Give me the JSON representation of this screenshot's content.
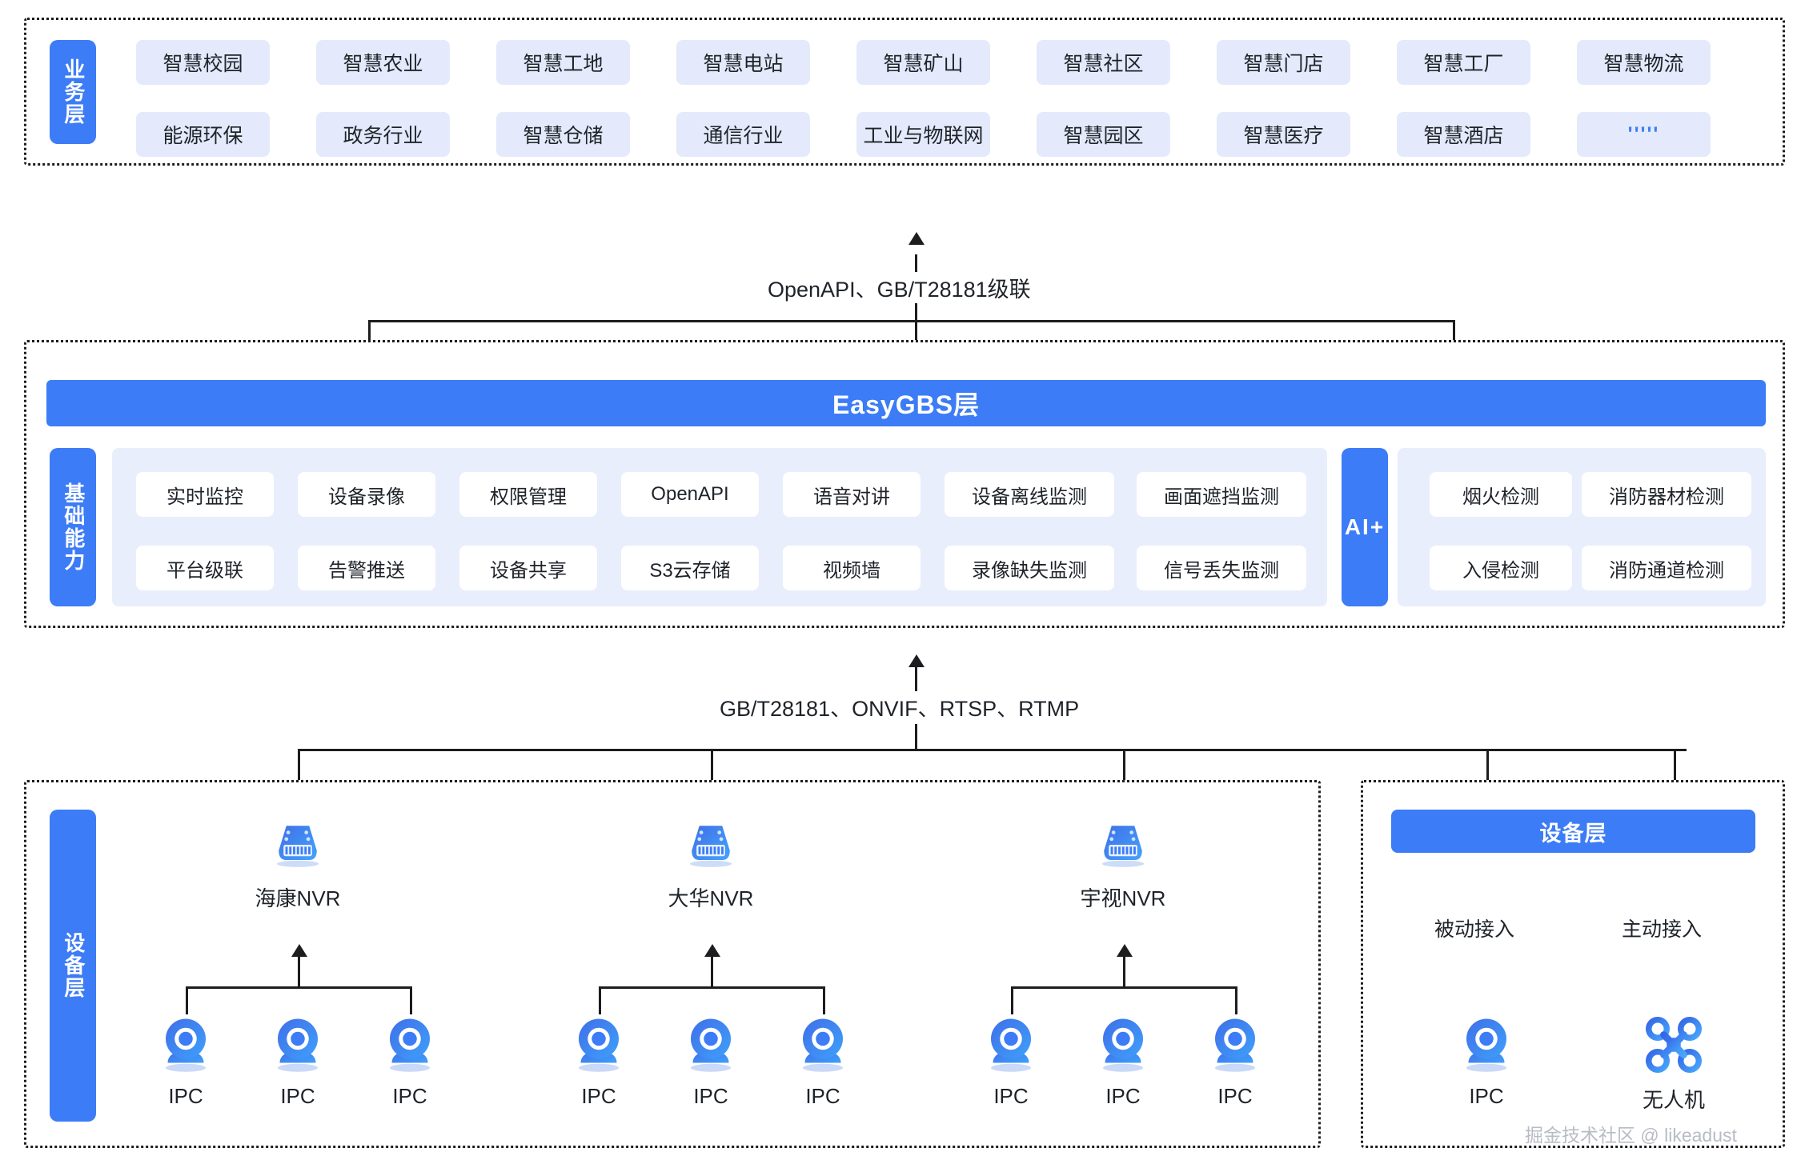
{
  "business_layer": {
    "side_label": "业务层",
    "row1": [
      "智慧校园",
      "智慧农业",
      "智慧工地",
      "智慧电站",
      "智慧矿山",
      "智慧社区",
      "智慧门店",
      "智慧工厂",
      "智慧物流"
    ],
    "row2": [
      "能源环保",
      "政务行业",
      "智慧仓储",
      "通信行业",
      "工业与物联网",
      "智慧园区",
      "智慧医疗",
      "智慧酒店",
      "'''''"
    ]
  },
  "connector_top": {
    "label": "OpenAPI、GB/T28181级联"
  },
  "platform_layer": {
    "title": "EasyGBS层",
    "side_label": "基础能力",
    "capabilities_row1": [
      "实时监控",
      "设备录像",
      "权限管理",
      "OpenAPI",
      "语音对讲",
      "设备离线监测",
      "画面遮挡监测"
    ],
    "capabilities_row2": [
      "平台级联",
      "告警推送",
      "设备共享",
      "S3云存储",
      "视频墙",
      "录像缺失监测",
      "信号丢失监测"
    ],
    "ai_label": "AI+",
    "ai_row1": [
      "烟火检测",
      "消防器材检测"
    ],
    "ai_row2": [
      "入侵检测",
      "消防通道检测"
    ]
  },
  "connector_bottom": {
    "label": "GB/T28181、ONVIF、RTSP、RTMP"
  },
  "device_layer": {
    "side_label": "设备层",
    "nvr_groups": [
      {
        "nvr": "海康NVR",
        "cameras": [
          "IPC",
          "IPC",
          "IPC"
        ]
      },
      {
        "nvr": "大华NVR",
        "cameras": [
          "IPC",
          "IPC",
          "IPC"
        ]
      },
      {
        "nvr": "宇视NVR",
        "cameras": [
          "IPC",
          "IPC",
          "IPC"
        ]
      }
    ],
    "right_panel": {
      "header": "设备层",
      "branches": [
        {
          "mode": "被动接入",
          "device": "IPC",
          "icon": "camera-icon"
        },
        {
          "mode": "主动接入",
          "device": "无人机",
          "icon": "drone-icon"
        }
      ]
    }
  },
  "watermark": "掘金技术社区 @ likeadust",
  "colors": {
    "brand_blue": "#3c7cf6",
    "chip_blue": "#e4eafb",
    "panel_blue": "#e9eefc",
    "line": "#1d1d1f"
  }
}
